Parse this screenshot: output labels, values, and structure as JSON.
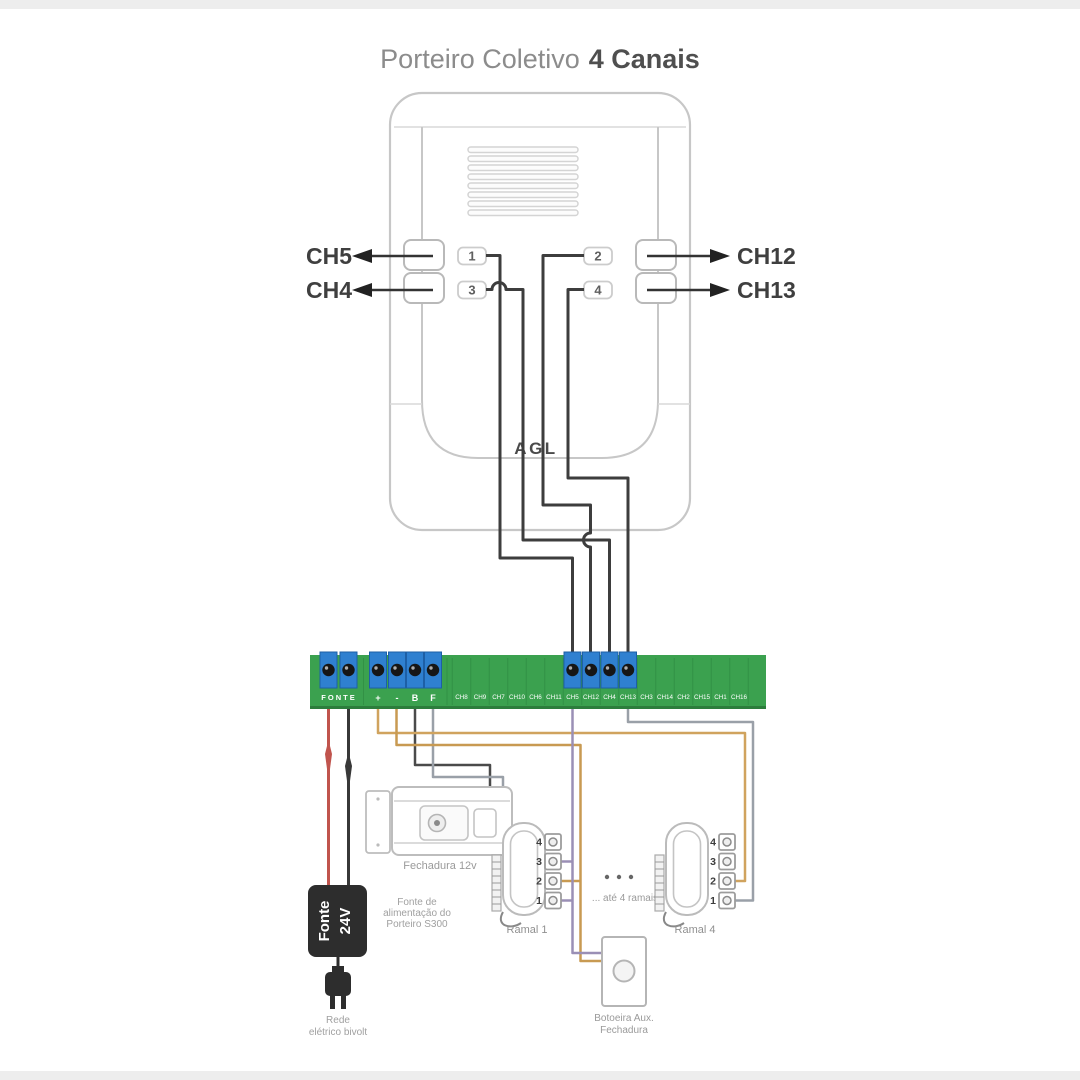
{
  "title": {
    "prefix": "Porteiro Coletivo",
    "bold": "4 Canais"
  },
  "device": {
    "brand": "AGL",
    "buttons": [
      "1",
      "2",
      "3",
      "4"
    ],
    "left_channels": [
      "CH5",
      "CH4"
    ],
    "right_channels": [
      "CH12",
      "CH13"
    ]
  },
  "board": {
    "fonte_label": "FONTE",
    "aux_labels": [
      "+",
      "-",
      "B",
      "F"
    ],
    "channel_labels": [
      "CH8",
      "CH9",
      "CH7",
      "CH10",
      "CH6",
      "CH11",
      "CH5",
      "CH12",
      "CH4",
      "CH13",
      "CH3",
      "CH14",
      "CH2",
      "CH15",
      "CH1",
      "CH16"
    ]
  },
  "components": {
    "lock_label": "Fechadura 12v",
    "power_box_line1": "Fonte",
    "power_box_line2": "24V",
    "power_note": [
      "Fonte de",
      "alimentação do",
      "Porteiro S300"
    ],
    "mains_label": [
      "Rede",
      "elétrico bivolt"
    ],
    "ramal1_label": "Ramal 1",
    "ramal4_label": "Ramal 4",
    "ramal_terminals": [
      "4",
      "3",
      "2",
      "1"
    ],
    "ellipsis_note": "... até 4 ramais",
    "aux_button_label": [
      "Botoeira Aux.",
      "Fechadura"
    ]
  },
  "colors": {
    "board_green": "#3ba14f",
    "terminal_blue": "#2f80d0",
    "wire_dark": "#3d3d3d",
    "wire_red": "#c0544d",
    "wire_black": "#383838",
    "wire_tan": "#d0a35e",
    "wire_purple": "#9a8fb5",
    "wire_gray": "#9aa0a8"
  }
}
